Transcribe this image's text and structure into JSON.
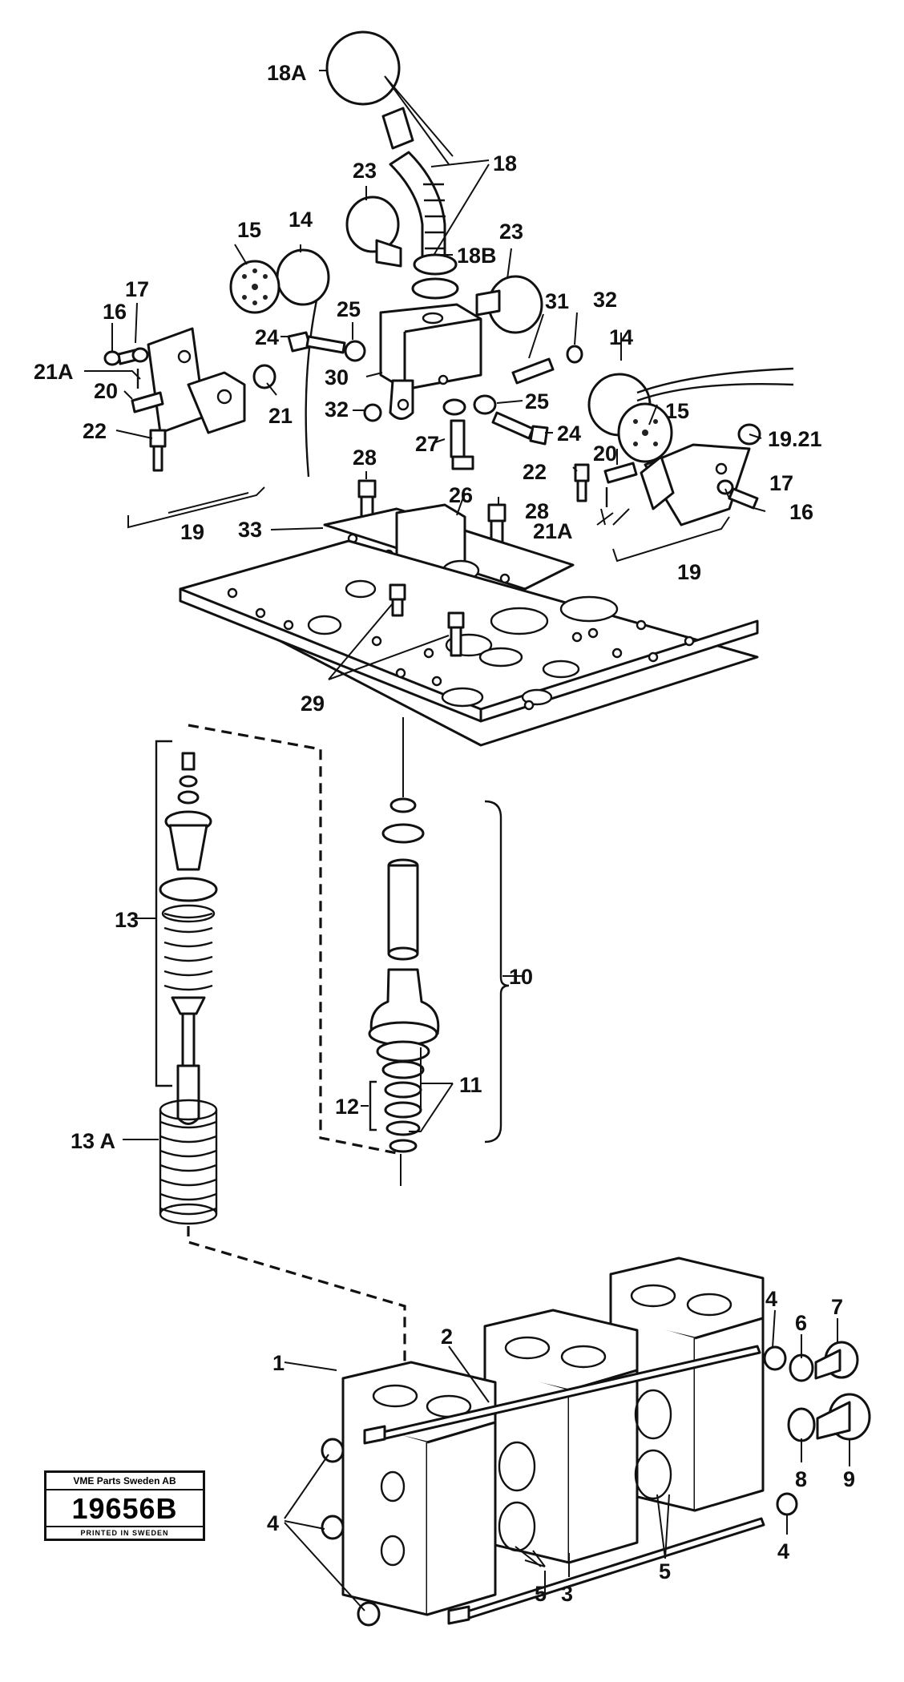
{
  "diagram": {
    "labels": {
      "l18a": "18A",
      "l18": "18",
      "l18b": "18B",
      "l23a": "23",
      "l23b": "23",
      "l15a": "15",
      "l14a": "14",
      "l17a": "17",
      "l16a": "16",
      "l21aA": "21A",
      "l20a": "20",
      "l22a": "22",
      "l21a": "21",
      "l24a": "24",
      "l25a": "25",
      "l30": "30",
      "l31": "31",
      "l32a": "32",
      "l32b": "32",
      "l25b": "25",
      "l24b": "24",
      "l27": "27",
      "l28a": "28",
      "l26": "26",
      "l28b": "28",
      "l33": "33",
      "l19a": "19",
      "l14b": "14",
      "l15b": "15",
      "l1921": "19.21",
      "l22b": "22",
      "l20b": "20",
      "l21aB": "21A",
      "l17b": "17",
      "l16b": "16",
      "l19b": "19",
      "l29": "29",
      "l13": "13",
      "l10": "10",
      "l11": "11",
      "l12": "12",
      "l13a": "13 A",
      "l1": "1",
      "l2": "2",
      "l3": "3",
      "l4a": "4",
      "l4b": "4",
      "l4c": "4",
      "l5a": "5",
      "l5b": "5",
      "l6": "6",
      "l7": "7",
      "l8": "8",
      "l9": "9"
    }
  },
  "stamp": {
    "company": "VME Parts Sweden AB",
    "number": "19656B",
    "printed": "PRINTED IN SWEDEN"
  }
}
